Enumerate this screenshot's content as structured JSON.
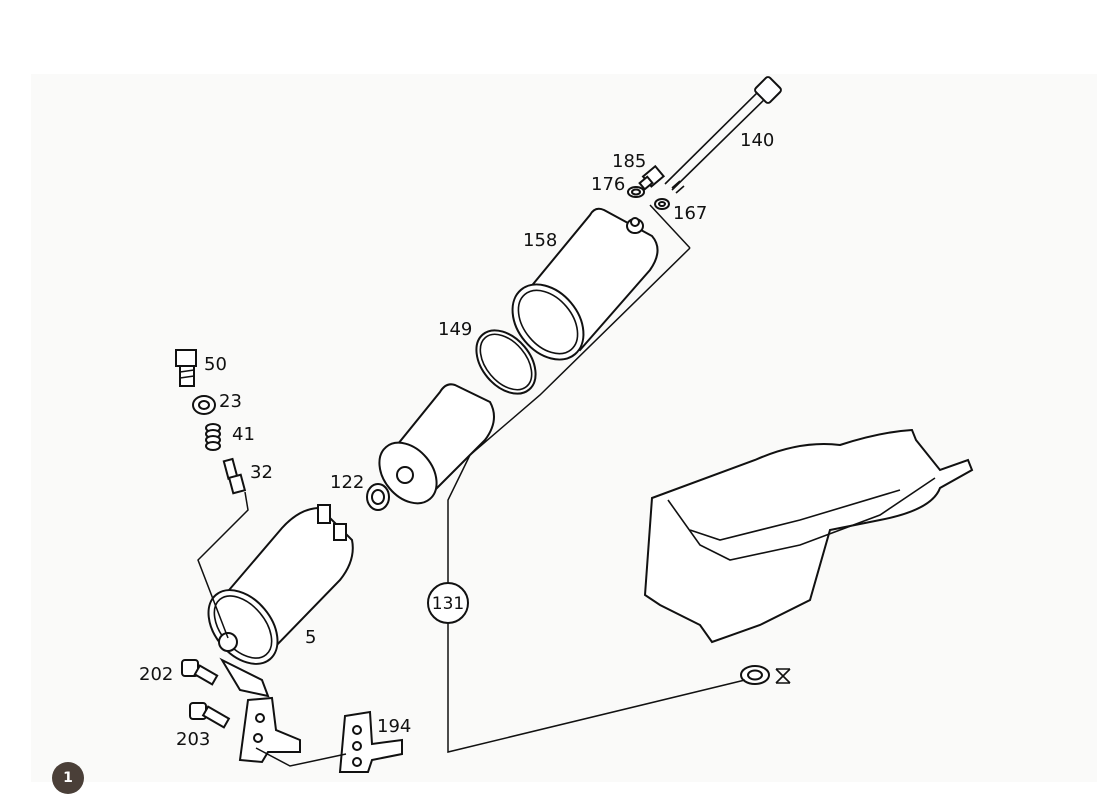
{
  "diagram": {
    "callouts": {
      "p140": "140",
      "p185": "185",
      "p176": "176",
      "p167": "167",
      "p158": "158",
      "p149": "149",
      "p50": "50",
      "p23": "23",
      "p41": "41",
      "p32": "32",
      "p122": "122",
      "p131": "131",
      "p5": "5",
      "p202": "202",
      "p203": "203",
      "p194": "194"
    }
  },
  "badge": {
    "number": "1"
  }
}
